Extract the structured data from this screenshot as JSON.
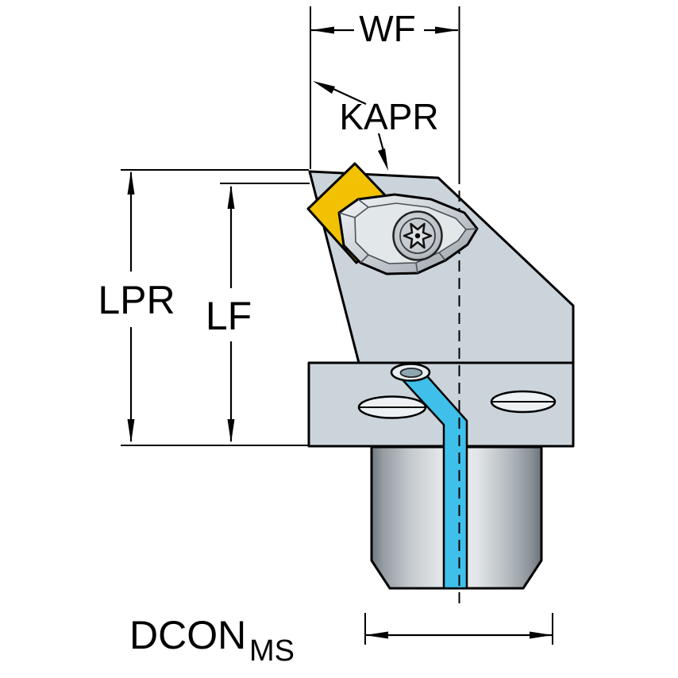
{
  "labels": {
    "wf": "WF",
    "kapr": "KAPR",
    "lpr": "LPR",
    "lf": "LF",
    "dcon": "DCON",
    "dcon_subscript": "MS"
  },
  "colors": {
    "background": "#ffffff",
    "outline": "#000000",
    "body": "#ccd4db",
    "insert_yellow": "#f2c101",
    "coolant_cyan": "#3fc0ea",
    "slot_fill": "#edf1f4",
    "outlet_fill": "#e9eef1",
    "outlet_bore": "#8fa6b0",
    "screw_face": "#dde1e4"
  }
}
